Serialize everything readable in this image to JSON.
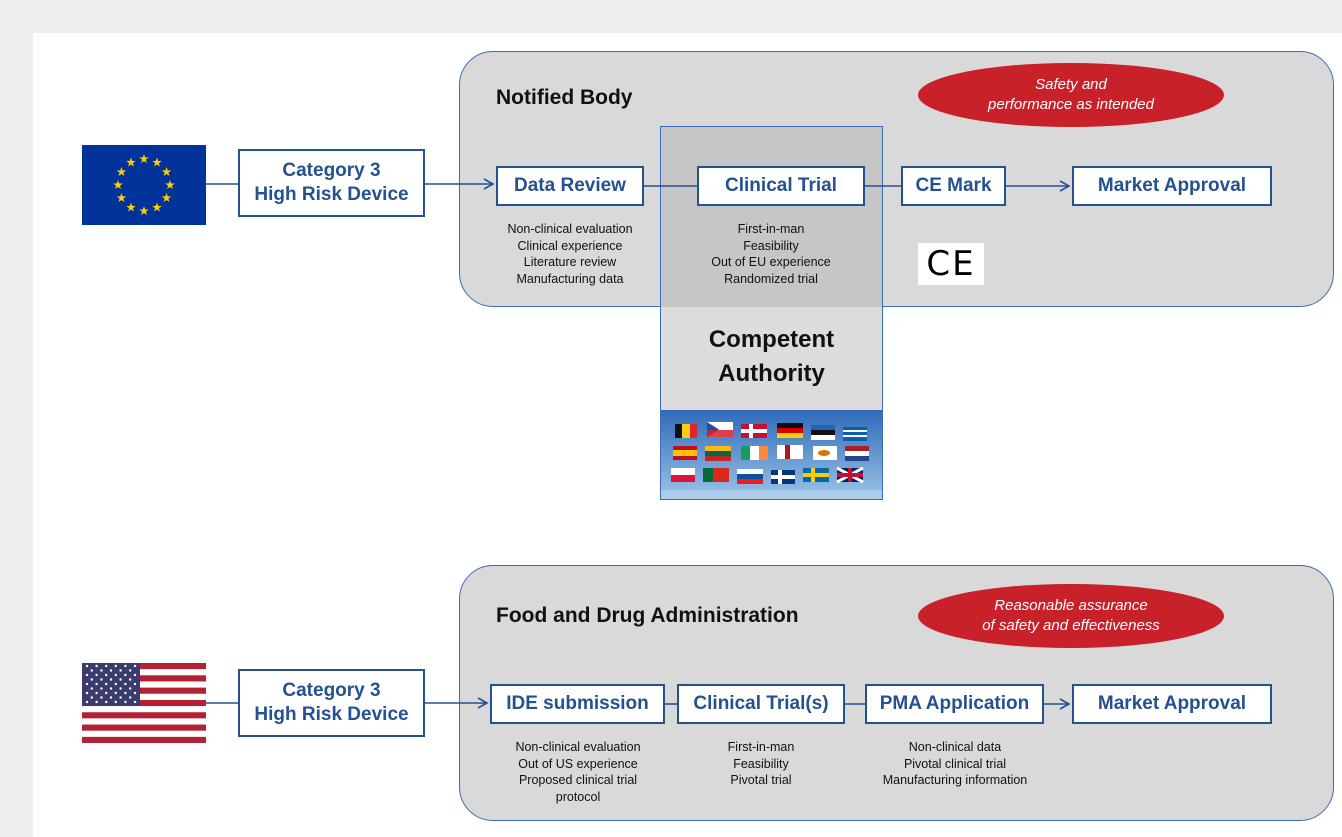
{
  "colors": {
    "panel_fill": "#d9d9d9",
    "panel_border": "#3b6db4",
    "box_border": "#24518f",
    "box_text": "#24518f",
    "ellipse_fill": "#c8212a",
    "eu_blue": "#003399",
    "eu_star": "#ffcc00",
    "us_red": "#b22234",
    "us_blue": "#3c3b6e"
  },
  "eu": {
    "flag_icon": "eu-flag",
    "category": {
      "line1": "Category 3",
      "line2": "High Risk Device"
    },
    "panel_title": "Notified Body",
    "ellipse": {
      "line1": "Safety and",
      "line2": "performance as intended"
    },
    "steps": {
      "data_review": "Data Review",
      "clinical_trial": "Clinical Trial",
      "ce_mark": "CE Mark",
      "market_approval": "Market Approval"
    },
    "notes": {
      "data_review": [
        "Non-clinical evaluation",
        "Clinical experience",
        "Literature review",
        "Manufacturing data"
      ],
      "clinical_trial": [
        "First-in-man",
        "Feasibility",
        "Out of EU experience",
        "Randomized trial"
      ]
    },
    "ce_logo": "CE"
  },
  "competent_authority": {
    "line1": "Competent",
    "line2": "Authority",
    "flags_icon": "european-flags-image"
  },
  "us": {
    "flag_icon": "us-flag",
    "category": {
      "line1": "Category 3",
      "line2": "High Risk Device"
    },
    "panel_title": "Food and Drug Administration",
    "ellipse": {
      "line1": "Reasonable assurance",
      "line2": "of safety and effectiveness"
    },
    "steps": {
      "ide": "IDE submission",
      "clinical_trials": "Clinical Trial(s)",
      "pma": "PMA Application",
      "market_approval": "Market Approval"
    },
    "notes": {
      "ide": [
        "Non-clinical evaluation",
        "Out of US experience",
        "Proposed clinical trial",
        "protocol"
      ],
      "clinical_trials": [
        "First-in-man",
        "Feasibility",
        "Pivotal trial"
      ],
      "pma": [
        "Non-clinical data",
        "Pivotal clinical trial",
        "Manufacturing information"
      ]
    }
  }
}
